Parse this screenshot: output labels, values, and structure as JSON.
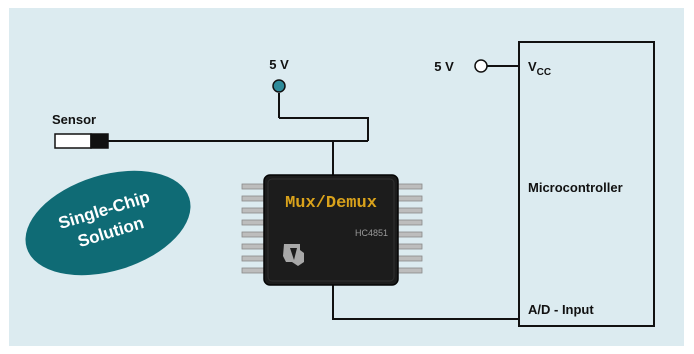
{
  "supply_label_left": "5 V",
  "supply_label_right": "5 V",
  "sensor_label": "Sensor",
  "chip": {
    "name": "Mux/Demux",
    "part": "HC4851",
    "logo": "TI"
  },
  "badge": {
    "line1": "Single-Chip",
    "line2": "Solution"
  },
  "mcu": {
    "vcc_main": "V",
    "vcc_sub": "CC",
    "title": "Microcontroller",
    "adc_label": "A/D - Input"
  },
  "colors": {
    "background": "#dcebf0",
    "badge": "#0f6b75",
    "chip_body": "#1c1c1c",
    "chip_text": "#d9a21b",
    "node_dot": "#2e8b9a"
  }
}
